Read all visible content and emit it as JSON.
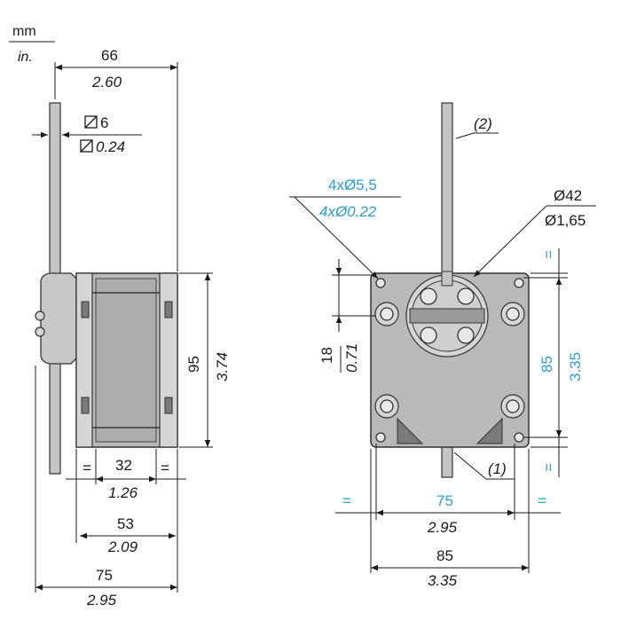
{
  "units": {
    "primary": "mm",
    "secondary": "in."
  },
  "side_view": {
    "width_top": {
      "mm": "66",
      "in": "2.60"
    },
    "rod_square": {
      "mm": "6",
      "in": "0.24",
      "symbol": "square-section-icon"
    },
    "height": {
      "mm": "95",
      "in": "3.74"
    },
    "center_width": {
      "mm": "32",
      "in": "1.26",
      "equal_mark": "="
    },
    "mid_width": {
      "mm": "53",
      "in": "2.09"
    },
    "overall_width": {
      "mm": "75",
      "in": "2.95"
    }
  },
  "front_view": {
    "holes": {
      "mm": "4xØ5,5",
      "in": "4xØ0.22"
    },
    "boss": {
      "mm": "Ø42",
      "in": "Ø1,65"
    },
    "callout_top": "(2)",
    "callout_bottom": "(1)",
    "offset": {
      "mm": "18",
      "in": "0.71"
    },
    "hole_pitch_v": {
      "mm": "85",
      "in": "3.35",
      "equal_mark": "="
    },
    "hole_pitch_h": {
      "mm": "75",
      "in": "2.95",
      "equal_mark": "="
    },
    "overall_width": {
      "mm": "85",
      "in": "3.35"
    }
  },
  "colors": {
    "accent": "#2a9fd0",
    "line": "#1a1a1a",
    "body_fill": "#b9b9b9"
  }
}
